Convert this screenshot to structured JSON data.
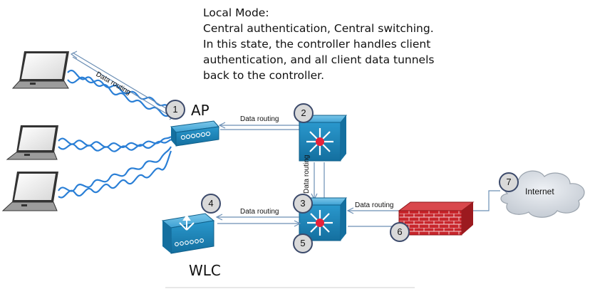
{
  "description": {
    "lines": [
      "Local Mode:",
      "Central authentication, Central switching.",
      "In this state, the controller handles client",
      "authentication, and  all client data tunnels",
      "back to the controller."
    ]
  },
  "labels": {
    "ap": "AP",
    "wlc": "WLC",
    "internet": "Internet",
    "data_routing": "Data routing"
  },
  "badges": [
    "1",
    "2",
    "3",
    "4",
    "5",
    "6",
    "7"
  ],
  "colors": {
    "switch_blue": "#1e8fc4",
    "firewall_red": "#c8252b",
    "wave_blue": "#2a7fd6",
    "badge_border": "#3c4a6b",
    "cloud": "#d3d8df"
  }
}
